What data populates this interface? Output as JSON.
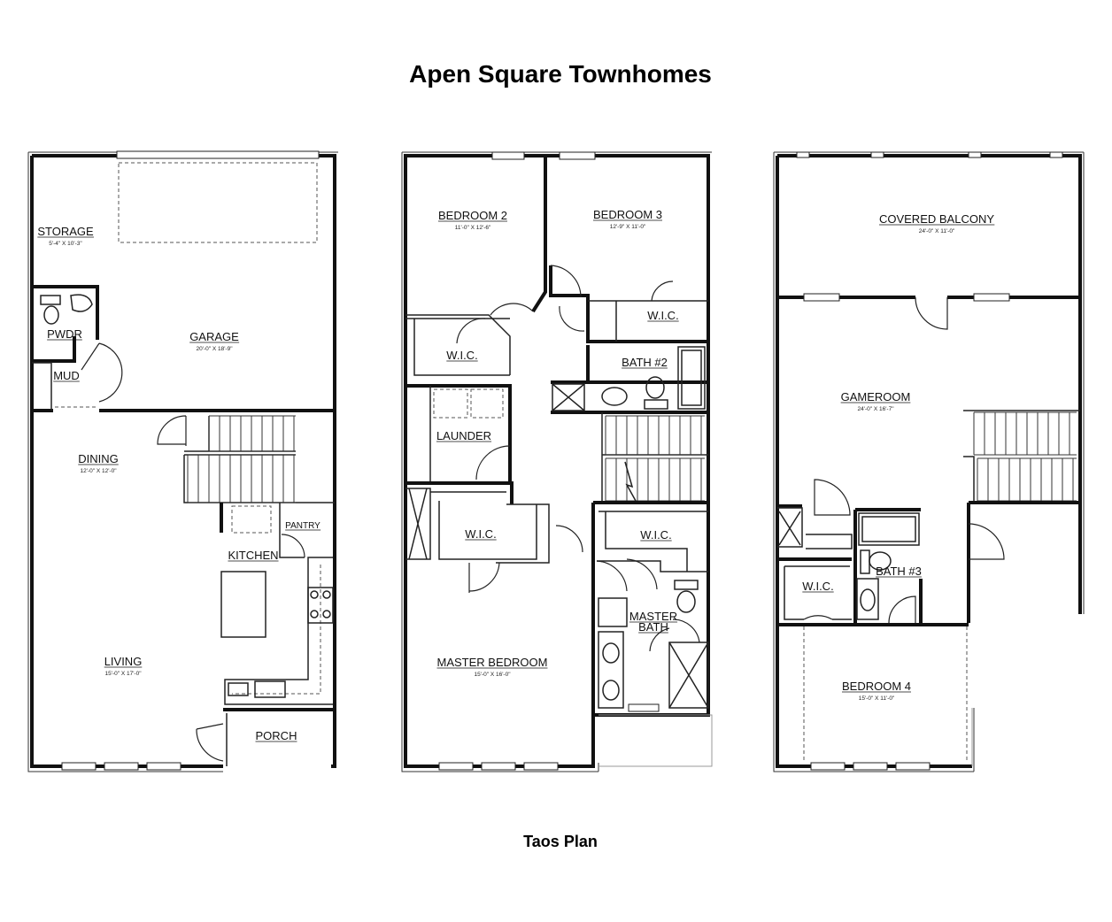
{
  "header": {
    "title": "Apen Square Townhomes"
  },
  "footer": {
    "plan_name": "Taos Plan"
  },
  "floors": [
    {
      "rooms": [
        {
          "name": "STORAGE",
          "dims": "5'-4\" X 10'-3\""
        },
        {
          "name": "GARAGE",
          "dims": "20'-0\" X 18'-9\""
        },
        {
          "name": "PWDR"
        },
        {
          "name": "MUD"
        },
        {
          "name": "DINING",
          "dims": "12'-0\" X 12'-0\""
        },
        {
          "name": "KITCHEN"
        },
        {
          "name": "PANTRY"
        },
        {
          "name": "LIVING",
          "dims": "15'-0\" X 17'-0\""
        },
        {
          "name": "PORCH"
        }
      ]
    },
    {
      "rooms": [
        {
          "name": "BEDROOM 2",
          "dims": "11'-0\" X 12'-6\""
        },
        {
          "name": "BEDROOM 3",
          "dims": "12'-9\" X 11'-0\""
        },
        {
          "name": "W.I.C."
        },
        {
          "name": "W.I.C."
        },
        {
          "name": "BATH #2"
        },
        {
          "name": "LAUNDER"
        },
        {
          "name": "W.I.C."
        },
        {
          "name": "W.I.C."
        },
        {
          "name": "MASTER"
        },
        {
          "name": "BATH"
        },
        {
          "name": "MASTER BEDROOM",
          "dims": "15'-0\" X 16'-0\""
        }
      ]
    },
    {
      "rooms": [
        {
          "name": "COVERED BALCONY",
          "dims": "24'-0\" X 11'-0\""
        },
        {
          "name": "GAMEROOM",
          "dims": "24'-0\" X 16'-7\""
        },
        {
          "name": "W.I.C."
        },
        {
          "name": "BATH #3"
        },
        {
          "name": "BEDROOM 4",
          "dims": "15'-0\" X 11'-0\""
        }
      ]
    }
  ]
}
